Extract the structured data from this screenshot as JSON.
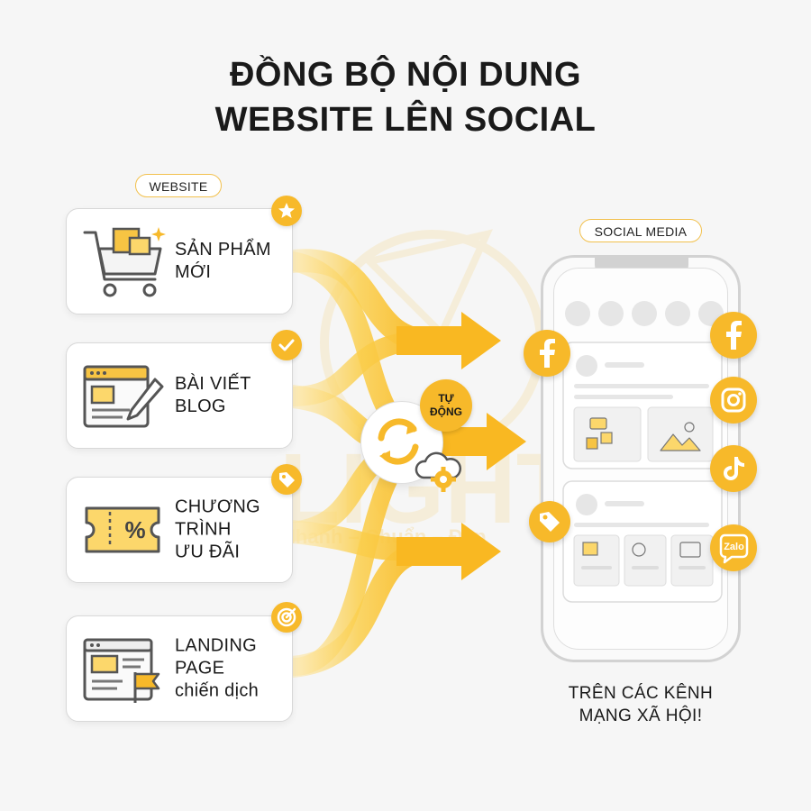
{
  "title": {
    "line1": "ĐỒNG BỘ NỘI DUNG",
    "line2": "WEBSITE LÊN SOCIAL"
  },
  "website_label": "WEBSITE",
  "social_label": "SOCIAL MEDIA",
  "cards": [
    {
      "lines": [
        "SẢN PHẨM",
        "MỚI"
      ],
      "badge_icon": "star-icon",
      "illustration": "shopping-cart-icon"
    },
    {
      "lines": [
        "BÀI VIẾT",
        "BLOG"
      ],
      "badge_icon": "check-icon",
      "illustration": "blog-editor-icon"
    },
    {
      "lines": [
        "CHƯƠNG",
        "TRÌNH",
        "ƯU ĐÃI"
      ],
      "badge_icon": "tag-icon",
      "illustration": "coupon-icon"
    },
    {
      "lines": [
        "LANDING",
        "PAGE",
        "chiến dịch"
      ],
      "badge_icon": "target-icon",
      "illustration": "landing-page-icon"
    }
  ],
  "center": {
    "auto_line1": "TỰ",
    "auto_line2": "ĐỘNG",
    "icon": "sync-cloud-gear-icon"
  },
  "social_icons": [
    "facebook-icon",
    "instagram-icon",
    "tiktok-icon",
    "zalo-icon"
  ],
  "zalo_text": "Zalo",
  "caption": {
    "line1": "TRÊN CÁC KÊNH",
    "line2": "MẠNG XÃ HỘI!"
  },
  "watermark_text": "Nhanh – Chuẩn – Đẹp",
  "colors": {
    "accent": "#f7b92a",
    "accent_light": "#fcd76b",
    "border": "#d8d8d8",
    "text": "#1a1a1a"
  }
}
